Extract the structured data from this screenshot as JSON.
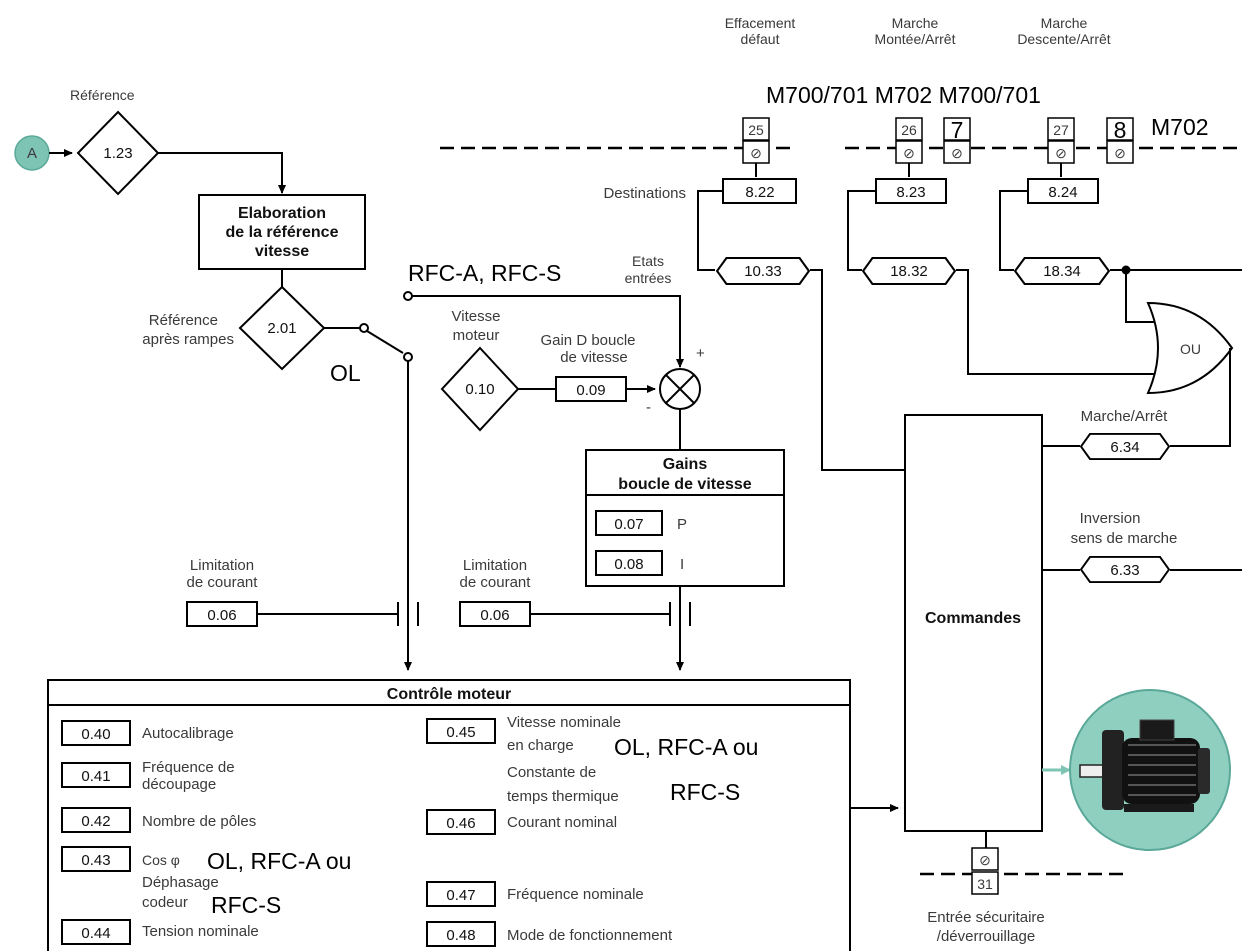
{
  "top_labels": {
    "reset": [
      "Effacement",
      "défaut"
    ],
    "run_up": [
      "Marche",
      "Montée/Arrêt"
    ],
    "run_down": [
      "Marche",
      "Descente/Arrêt"
    ],
    "models_line": "M700/701 M702 M700/701",
    "model_right": "M702"
  },
  "terminals": [
    "25",
    "26",
    "7",
    "27",
    "8",
    "31"
  ],
  "destinations_label": "Destinations",
  "dest_params": [
    "8.22",
    "8.23",
    "8.24"
  ],
  "states_label": [
    "Etats",
    "entrées"
  ],
  "state_params": [
    "10.33",
    "18.32",
    "18.34"
  ],
  "or_gate": "OU",
  "reference": {
    "label": "Référence",
    "connector": "A",
    "param": "1.23"
  },
  "elaboration": [
    "Elaboration",
    "de la référence",
    "vitesse"
  ],
  "ramps": {
    "label": [
      "Référence",
      "après rampes"
    ],
    "param": "2.01"
  },
  "modes": {
    "rfc": "RFC-A, RFC-S",
    "ol": "OL"
  },
  "speed": {
    "label": [
      "Vitesse",
      "moteur"
    ],
    "param": "0.10"
  },
  "gain_d": {
    "label": [
      "Gain D boucle",
      "de vitesse"
    ],
    "param": "0.09"
  },
  "summer_signs": {
    "plus": "+",
    "minus": "-"
  },
  "gains_box": {
    "title": [
      "Gains",
      "boucle de vitesse"
    ],
    "items": [
      {
        "param": "0.07",
        "label": "P"
      },
      {
        "param": "0.08",
        "label": "I"
      }
    ]
  },
  "current_limit": {
    "label": [
      "Limitation",
      "de courant"
    ],
    "param": "0.06"
  },
  "run_stop": {
    "label": "Marche/Arrêt",
    "param": "6.34"
  },
  "reverse": {
    "label": [
      "Inversion",
      "sens de marche"
    ],
    "param": "6.33"
  },
  "commands": "Commandes",
  "safe_input": [
    "Entrée sécuritaire",
    "/déverrouillage"
  ],
  "motor_control": {
    "title": "Contrôle moteur",
    "left": [
      {
        "param": "0.40",
        "lines": [
          "Autocalibrage"
        ]
      },
      {
        "param": "0.41",
        "lines": [
          "Fréquence de",
          "découpage"
        ]
      },
      {
        "param": "0.42",
        "lines": [
          "Nombre de pôles"
        ]
      },
      {
        "param": "0.43",
        "lines": [
          "Cos φ",
          "Déphasage",
          "codeur"
        ]
      },
      {
        "param": "0.44",
        "lines": [
          "Tension nominale"
        ]
      }
    ],
    "right": [
      {
        "param": "0.45",
        "lines": [
          "Vitesse nominale",
          "en charge",
          "Constante de",
          "temps thermique"
        ]
      },
      {
        "param": "0.46",
        "lines": [
          "Courant nominal"
        ]
      },
      {
        "param": "0.47",
        "lines": [
          "Fréquence nominale"
        ]
      },
      {
        "param": "0.48",
        "lines": [
          "Mode de fonctionnement"
        ]
      }
    ],
    "notes": {
      "n045a": "OL, RFC-A ou",
      "n045b": "RFC-S",
      "n043a": "OL, RFC-A ou",
      "n043b": "RFC-S"
    }
  },
  "colors": {
    "accent": "#7ec4b4",
    "motor_bg": "#8fcfc0",
    "line": "#000000"
  },
  "icons": [
    "terminal-icon",
    "motor-icon"
  ]
}
